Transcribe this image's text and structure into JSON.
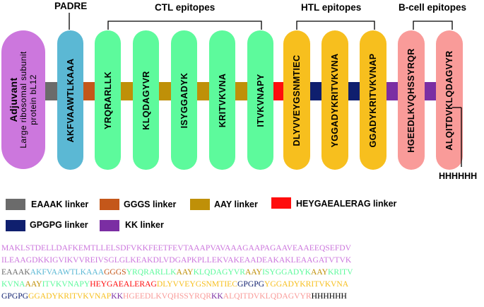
{
  "headers": {
    "padre": "PADRE",
    "ctl": "CTL epitopes",
    "htl": "HTL epitopes",
    "bcell": "B-cell epitopes"
  },
  "adjuvant": {
    "title": "Adjuvant",
    "subtitle_line1": "Large ribosomal subunit",
    "subtitle_line2": "protein bL12"
  },
  "padre_seq": "AKFVAAWTLKAAA",
  "ctl": [
    "YRQRARLLK",
    "KLQDAGYVR",
    "ISYGGADYK",
    "KRITVKVNA",
    "ITVKVNAPY"
  ],
  "htl": [
    "DLYVVEYGSNMTIEC",
    "YGGADYKRITVKVNA",
    "GGADYKRITVKVNAP"
  ],
  "bcell": [
    "HGEEDLKVQHSSYRQR",
    "ALQITDVKLQDAGVYR"
  ],
  "his_tag": "HHHHHH",
  "colors": {
    "adjuvant": "#cc77dd",
    "padre": "#5bb8d4",
    "ctl": "#5dfa9c",
    "htl": "#f7bf1e",
    "bcell": "#f99b99",
    "eaaak": "#6b6b6b",
    "gggs": "#c4571a",
    "aay": "#bf9008",
    "heygaealerag": "#ff0d0d",
    "gpgpg": "#0f1f6e",
    "kk": "#7b2ea3"
  },
  "legend": {
    "eaaak": "EAAAK linker",
    "gggs": "GGGS linker",
    "aay": "AAY linker",
    "heygaealerag": "HEYGAEALERAG linker",
    "gpgpg": "GPGPG linker",
    "kk": "KK linker"
  },
  "sequence_lines": [
    [
      {
        "t": "MAKLSTDELLDAFKEMTLLELSDFVKKFEETFEVTAAAPVAVAAAGAAPAGAAVEAAEEQSEFDV",
        "c": "adjuvant"
      }
    ],
    [
      {
        "t": "ILEAAGDKKIGVIKVVREIVSGLGLKEAKDLVDGAPKPLLEKVAKEAADEAKAKLEAAGATVTVK",
        "c": "adjuvant"
      }
    ],
    [
      {
        "t": "EAAAK",
        "c": "eaaak"
      },
      {
        "t": "AKFVAAWTLKAAA",
        "c": "padre"
      },
      {
        "t": "GGGS",
        "c": "gggs"
      },
      {
        "t": "YRQRARLLK",
        "c": "ctl"
      },
      {
        "t": "AAY",
        "c": "aay"
      },
      {
        "t": "KLQDAGYVR",
        "c": "ctl"
      },
      {
        "t": "AAY",
        "c": "aay"
      },
      {
        "t": "ISYGGADYK",
        "c": "ctl"
      },
      {
        "t": "AAY",
        "c": "aay"
      },
      {
        "t": "KRITV",
        "c": "ctl"
      }
    ],
    [
      {
        "t": "KVNA",
        "c": "ctl"
      },
      {
        "t": "AAY",
        "c": "aay"
      },
      {
        "t": "ITVKVNAPY",
        "c": "ctl"
      },
      {
        "t": "HEYGAEALERAG",
        "c": "heygaealerag"
      },
      {
        "t": "DLYVVEYGSNMTIEC",
        "c": "htl"
      },
      {
        "t": "GPGPG",
        "c": "gpgpg"
      },
      {
        "t": "YGGADYKRITVKVNA",
        "c": "htl"
      }
    ],
    [
      {
        "t": "GPGPG",
        "c": "gpgpg"
      },
      {
        "t": "GGADYKRITVKVNAP",
        "c": "htl"
      },
      {
        "t": "KK",
        "c": "kk"
      },
      {
        "t": "HGEEDLKVQHSSYRQR",
        "c": "bcell"
      },
      {
        "t": "KK",
        "c": "kk"
      },
      {
        "t": "ALQITDVKLQDAGVYR",
        "c": "bcell"
      },
      {
        "t": "HHHHHH",
        "c": "his"
      }
    ]
  ]
}
